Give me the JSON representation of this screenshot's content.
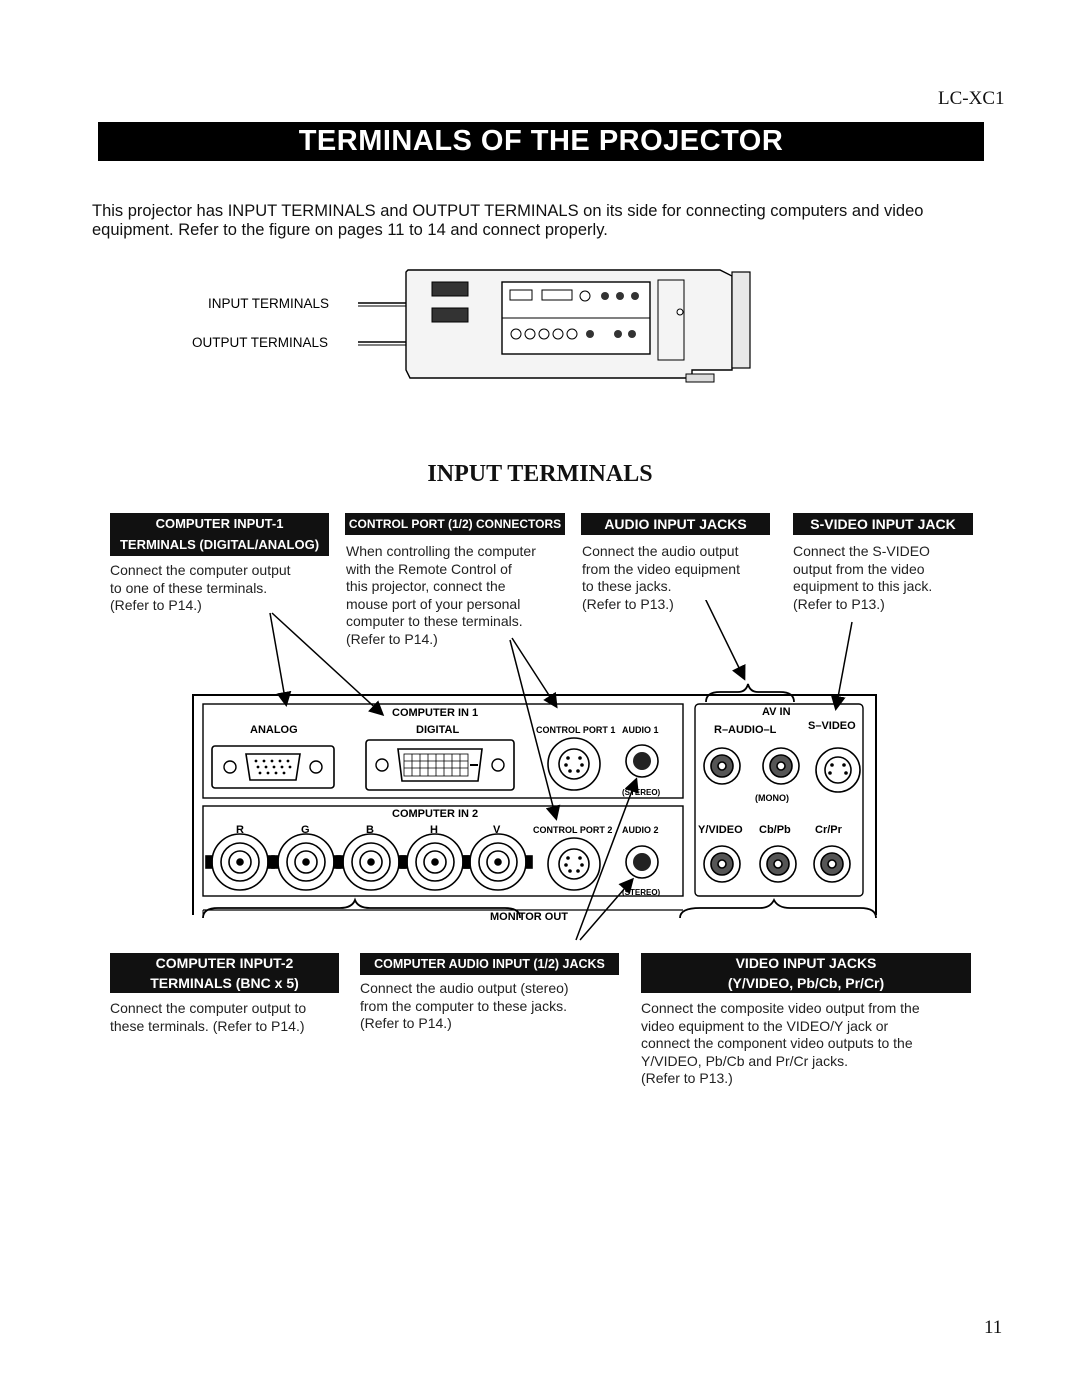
{
  "header": {
    "model": "LC-XC1"
  },
  "title": "TERMINALS OF THE PROJECTOR",
  "intro": "This projector has INPUT TERMINALS and OUTPUT TERMINALS on its side for connecting computers and video equipment. Refer to the figure on pages 11 to 14 and connect properly.",
  "overview_figure": {
    "input_label": "INPUT TERMINALS",
    "output_label": "OUTPUT TERMINALS"
  },
  "section_heading": "INPUT TERMINALS",
  "callouts": {
    "computer_input_1": {
      "title_line1": "COMPUTER INPUT-1",
      "title_line2": "TERMINALS (DIGITAL/ANALOG)",
      "desc_lines": [
        "Connect the computer output",
        "to one of these terminals.",
        "(Refer to P14.)"
      ]
    },
    "control_port": {
      "title": "CONTROL PORT (1/2) CONNECTORS",
      "desc_lines": [
        "When controlling the computer",
        "with the Remote Control of",
        "this projector, connect the",
        "mouse port of your personal",
        "computer to these terminals.",
        "(Refer to P14.)"
      ]
    },
    "audio_input": {
      "title": "AUDIO INPUT JACKS",
      "desc_lines": [
        "Connect the audio output",
        "from the video equipment",
        "to these jacks.",
        "(Refer to P13.)"
      ]
    },
    "svideo_input": {
      "title": "S-VIDEO INPUT JACK",
      "desc_lines": [
        "Connect the S-VIDEO",
        "output from the video",
        "equipment to this jack.",
        "(Refer to P13.)"
      ]
    },
    "computer_input_2": {
      "title_line1": "COMPUTER INPUT-2",
      "title_line2": "TERMINALS (BNC x 5)",
      "desc_lines": [
        "Connect the computer output to",
        "these terminals.  (Refer to P14.)"
      ]
    },
    "computer_audio": {
      "title": "COMPUTER AUDIO INPUT (1/2) JACKS",
      "desc_lines": [
        "Connect the audio output (stereo)",
        "from the computer to these jacks.",
        "(Refer to P14.)"
      ]
    },
    "video_input": {
      "title_line1": "VIDEO INPUT JACKS",
      "title_line2": "(Y/VIDEO, Pb/Cb, Pr/Cr)",
      "desc_lines": [
        "Connect the composite video output from the",
        "video equipment to the VIDEO/Y jack or",
        "connect the component video outputs to the",
        "Y/VIDEO, Pb/Cb and Pr/Cr jacks.",
        "(Refer to P13.)"
      ]
    }
  },
  "panel": {
    "computer_in_1": "COMPUTER IN 1",
    "analog": "ANALOG",
    "digital": "DIGITAL",
    "control_port_1": "CONTROL PORT 1",
    "audio_1": "AUDIO 1",
    "stereo": "(STEREO)",
    "av_in": "AV IN",
    "r_audio_l": "R–AUDIO–L",
    "s_video": "S–VIDEO",
    "mono": "(MONO)",
    "computer_in_2": "COMPUTER IN 2",
    "bnc_labels": [
      "R",
      "G",
      "B",
      "H",
      "V"
    ],
    "control_port_2": "CONTROL PORT 2",
    "audio_2": "AUDIO 2",
    "y_video": "Y/VIDEO",
    "cb_pb": "Cb/Pb",
    "cr_pr": "Cr/Pr",
    "monitor_out": "MONITOR OUT"
  },
  "page_number": "11"
}
